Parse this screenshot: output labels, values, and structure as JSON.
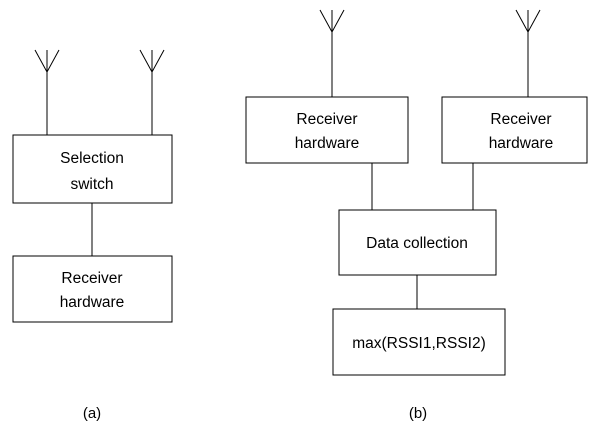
{
  "panel_a": {
    "selection_switch": {
      "line1": "Selection",
      "line2": "switch"
    },
    "receiver": {
      "line1": "Receiver",
      "line2": "hardware"
    },
    "caption": "(a)"
  },
  "panel_b": {
    "receiver_left": {
      "line1": "Receiver",
      "line2": "hardware"
    },
    "receiver_right": {
      "line1": "Receiver",
      "line2": "hardware"
    },
    "data_collection": "Data collection",
    "max_box": "max(RSSI1,RSSI2)",
    "caption": "(b)"
  },
  "icons": [
    "antenna-icon"
  ]
}
